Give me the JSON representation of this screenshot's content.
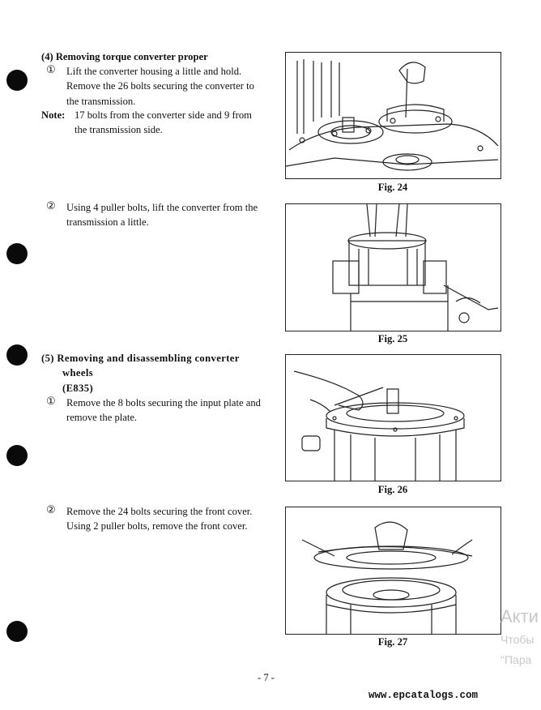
{
  "section4": {
    "heading": "(4)  Removing torque converter proper",
    "step1": {
      "marker": "①",
      "lines": [
        "Lift the converter housing a little and hold.",
        "Remove the 26 bolts securing the converter to",
        "the transmission."
      ]
    },
    "note": {
      "label": "Note:",
      "lines": [
        "17 bolts from the converter side and 9 from",
        "the transmission side."
      ]
    },
    "step2": {
      "marker": "②",
      "lines": [
        "Using 4 puller bolts, lift the converter from the",
        "transmission a little."
      ]
    }
  },
  "section5": {
    "heading_lines": [
      "(5)  Removing and disassembling converter",
      "wheels",
      "(E835)"
    ],
    "step1": {
      "marker": "①",
      "lines": [
        "Remove the 8 bolts securing the input plate and",
        "remove the plate."
      ]
    },
    "step2": {
      "marker": "②",
      "lines": [
        "Remove the 24 bolts securing the front cover.",
        "Using 2 puller bolts, remove the front cover."
      ]
    }
  },
  "figures": {
    "fig24": "Fig. 24",
    "fig25": "Fig. 25",
    "fig26": "Fig. 26",
    "fig27": "Fig. 27"
  },
  "page_number": "- 7 -",
  "website": "www.epcatalogs.com",
  "watermark": [
    "Акти",
    "Чтобы",
    "\"Пара"
  ]
}
